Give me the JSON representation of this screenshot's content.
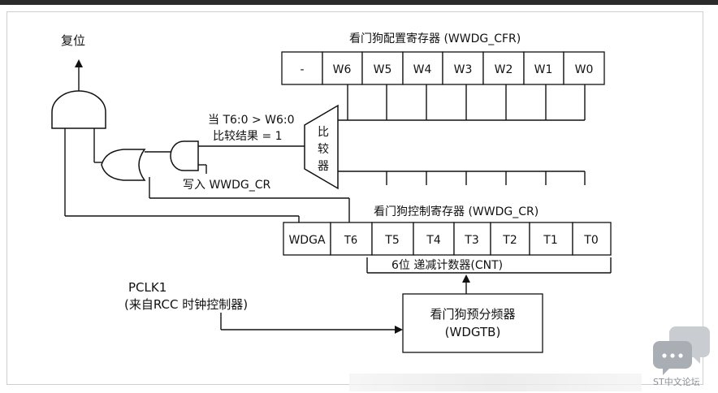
{
  "labels": {
    "reset": "复位",
    "cfr_title": "看门狗配置寄存器 (WWDG_CFR)",
    "cr_title": "看门狗控制寄存器 (WWDG_CR)",
    "condition_line1": "当 T6:0 > W6:0",
    "condition_line2": "比较结果 = 1",
    "write_cr": "写入 WWDG_CR",
    "comparator": [
      "比",
      "较",
      "器"
    ],
    "counter": "6位 递减计数器(CNT)",
    "pclk_line1": "PCLK1",
    "pclk_line2": "(来自RCC 时钟控制器)",
    "prescaler_line1": "看门狗预分频器",
    "prescaler_line2": "(WDGTB)"
  },
  "cfr_bits": [
    "-",
    "W6",
    "W5",
    "W4",
    "W3",
    "W2",
    "W1",
    "W0"
  ],
  "cr_bits": [
    "WDGA",
    "T6",
    "T5",
    "T4",
    "T3",
    "T2",
    "T1",
    "T0"
  ],
  "watermark": "ST中文论坛"
}
